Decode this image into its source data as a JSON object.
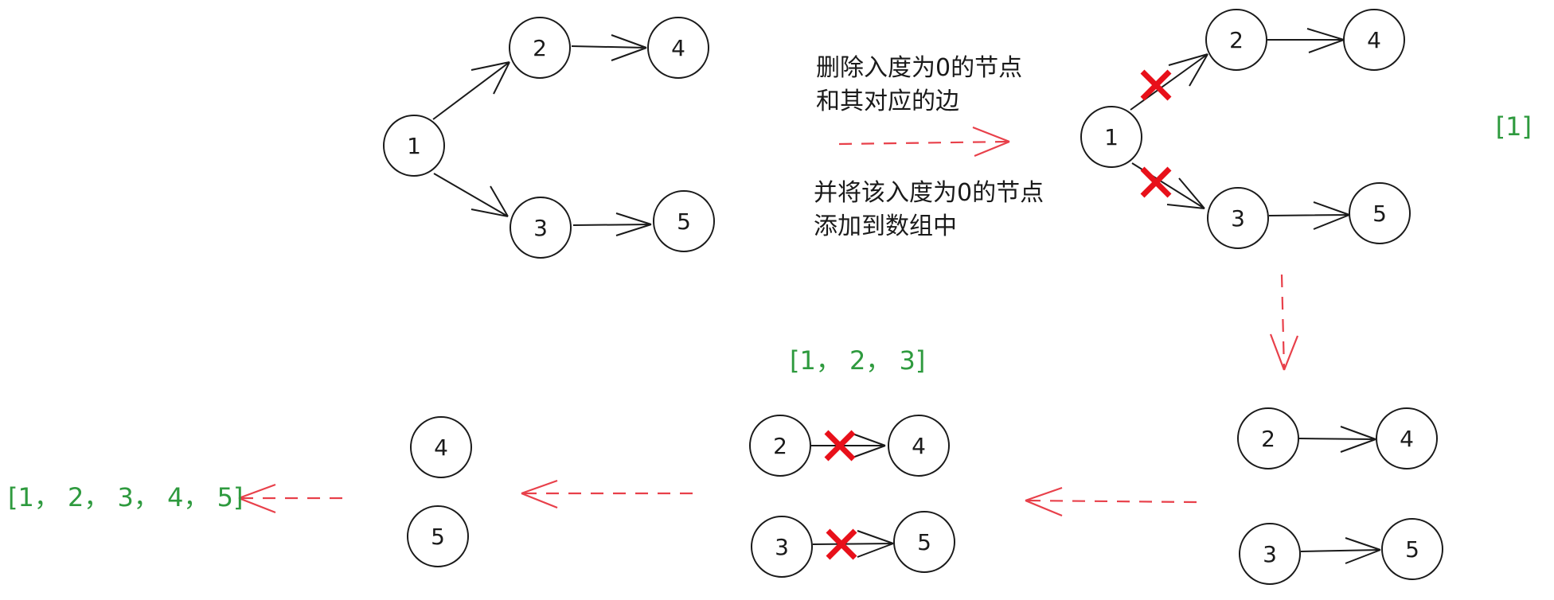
{
  "colors": {
    "node_stroke": "#1a1a1a",
    "edge": "#1a1a1a",
    "step_arrow": "#e8404a",
    "remove_mark": "#e8101a",
    "result_text": "#2e9a3e"
  },
  "captions": {
    "step_line1": "删除入度为0的节点",
    "step_line2": "和其对应的边",
    "step_line3": "并将该入度为0的节点",
    "step_line4": "添加到数组中"
  },
  "stages": [
    {
      "id": "stage-1",
      "nodes": [
        "1",
        "2",
        "3",
        "4",
        "5"
      ],
      "edges": [
        [
          "1",
          "2"
        ],
        [
          "1",
          "3"
        ],
        [
          "2",
          "4"
        ],
        [
          "3",
          "5"
        ]
      ],
      "removed_edges": []
    },
    {
      "id": "stage-2",
      "nodes": [
        "1",
        "2",
        "3",
        "4",
        "5"
      ],
      "edges": [
        [
          "1",
          "2"
        ],
        [
          "1",
          "3"
        ],
        [
          "2",
          "4"
        ],
        [
          "3",
          "5"
        ]
      ],
      "removed_edges": [
        [
          "1",
          "2"
        ],
        [
          "1",
          "3"
        ]
      ],
      "result": "[1]"
    },
    {
      "id": "stage-3",
      "nodes": [
        "2",
        "3",
        "4",
        "5"
      ],
      "edges": [
        [
          "2",
          "4"
        ],
        [
          "3",
          "5"
        ]
      ],
      "removed_edges": []
    },
    {
      "id": "stage-4",
      "nodes": [
        "2",
        "3",
        "4",
        "5"
      ],
      "edges": [
        [
          "2",
          "4"
        ],
        [
          "3",
          "5"
        ]
      ],
      "removed_edges": [
        [
          "2",
          "4"
        ],
        [
          "3",
          "5"
        ]
      ],
      "result": "[1， 2， 3]"
    },
    {
      "id": "stage-5",
      "nodes": [
        "4",
        "5"
      ],
      "edges": [],
      "removed_edges": []
    },
    {
      "id": "final",
      "result": "[1， 2， 3， 4， 5]"
    }
  ]
}
